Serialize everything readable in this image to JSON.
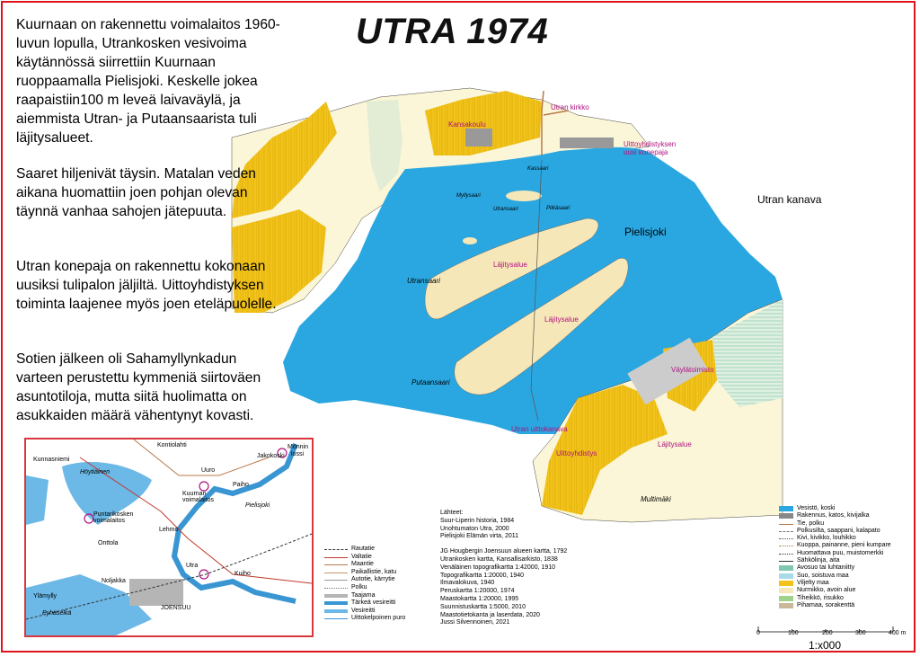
{
  "title": "UTRA 1974",
  "intro": [
    "Kuurnaan on rakennettu voimalaitos 1960-luvun lopulla, Utrankosken vesivoima käytännössä siirrettiin Kuurnaan ruoppaamalla Pielisjoki. Keskelle jokea raapaistiin100 m leveä laivaväylä, ja aiemmista Utran- ja Putaansaarista tuli läjitysalueet.",
    "Saaret hiljenivät täysin. Matalan veden aikana huomattiin joen pohjan olevan täynnä vanhaa sahojen jätepuuta.",
    "Utran konepaja on rakennettu kokonaan uusiksi tulipalon jäljiltä. Uittoyhdistyksen toiminta laajenee myös joen eteläpuolelle.",
    "Sotien jälkeen oli Sahamyllynkadun varteen perustettu kymmeniä siirtoväen asuntotiloja, mutta siitä huolimatta on asukkaiden määrä vähentynyt kovasti."
  ],
  "labels": {
    "kansakoulu": "Kansakoulu",
    "kirkko": "Utran kirkko",
    "uittoyhdistyksen": "Uittoyhdistyksen",
    "konepaja": "uusi konepaja",
    "kassaari": "Kassaari",
    "myllysaari": "Myllysaari",
    "utransaari_small": "Utransaari",
    "pitkasaari": "Pitkäsaari",
    "utran_kanava": "Utran kanava",
    "pielisjoki": "Pielisjoki",
    "lajitysalue": "Läjitysalue",
    "utransaari": "Utransaari",
    "vaylatoimisto": "Väylätoimisto",
    "putaansaari": "Putaansaari",
    "uittokanava": "Utran uittokanava",
    "uittoyhdistys": "Uittoyhdistys",
    "multimaki": "Multimäki"
  },
  "inset": {
    "kontiolahti": "Kontiolahti",
    "kunnasniemi": "Kunnasniemi",
    "hoytiainen": "Höytiäinen",
    "jakokoski": "Jakokoski",
    "monnin1": "Mönnin",
    "monnin2": "lossi",
    "uuro": "Uuro",
    "kuurnan1": "Kuurnan",
    "kuurnan2": "voimalaitos",
    "paiho": "Paiho",
    "pielisjoki": "Pielisjoki",
    "puntarikosken1": "Puntarikosken",
    "puntarikosken2": "voimalaitos",
    "lehmo": "Lehmo",
    "onttola": "Onttola",
    "utra": "Utra",
    "kuiho": "Kuiho",
    "noljakka": "Noljakka",
    "ylamylly": "Ylämylly",
    "pyhaselka": "Pyhäselkä",
    "joensuu": "JOENSUU"
  },
  "road_legend": [
    "Rautatie",
    "Valtatie",
    "Maantie",
    "Paikallistie, katu",
    "Autotie, kärrytie",
    "Polku",
    "Taajama",
    "Tärkeä vesireitti",
    "Vesireitti",
    "Uittokelpoinen puro"
  ],
  "sources": [
    "Lähteet:",
    "Suur-Liperin historia, 1984",
    "Unohtumaton Utra, 2000",
    "Pielisjoki Elämän virta, 2011",
    "JG Hougbergin Joensuun alueen kartta, 1792",
    "Utrankosken kartta, Kansallisarkisto, 1838",
    "Venäläinen topografikartta 1:42000, 1910",
    "Topografikartta 1:20000, 1940",
    "Ilmavalokuva, 1940",
    "Peruskartta 1:20000, 1974",
    "Maastokartta 1:20000, 1995",
    "Suunnistuskartta 1:5000, 2010",
    "Maastotietokanta ja laserdata, 2020",
    "Jussi Silvennoinen, 2021",
    "",
    "Jussi Silvennoinen, 2021"
  ],
  "map_legend": [
    "Vesistö, koski",
    "Rakennus, katos, kivijalka",
    "Tie, polku",
    "Polkusilta, saappani, kalapato",
    "Kivi, kivikko, louhikko",
    "Kuoppa, painanne, pieni kumpare",
    "Huomattava puu, muistomerkki",
    "Sähkölinja, aita",
    "Avosuo tai luhtaniitty",
    "Suo, soistuva maa",
    "Viljelty maa",
    "Nurmikko, avoin alue",
    "Tiheikkö, risukko",
    "Pihamaa, sorakenttä"
  ],
  "scale": {
    "ticks": [
      "0",
      "100",
      "200",
      "300",
      "400 m"
    ],
    "ratio": "1:x000"
  },
  "colors": {
    "water": "#2aa7e1",
    "field": "#f2c318",
    "sand": "#f6e7b8",
    "label_magenta": "#b0127f",
    "frame": "#e0141e"
  }
}
